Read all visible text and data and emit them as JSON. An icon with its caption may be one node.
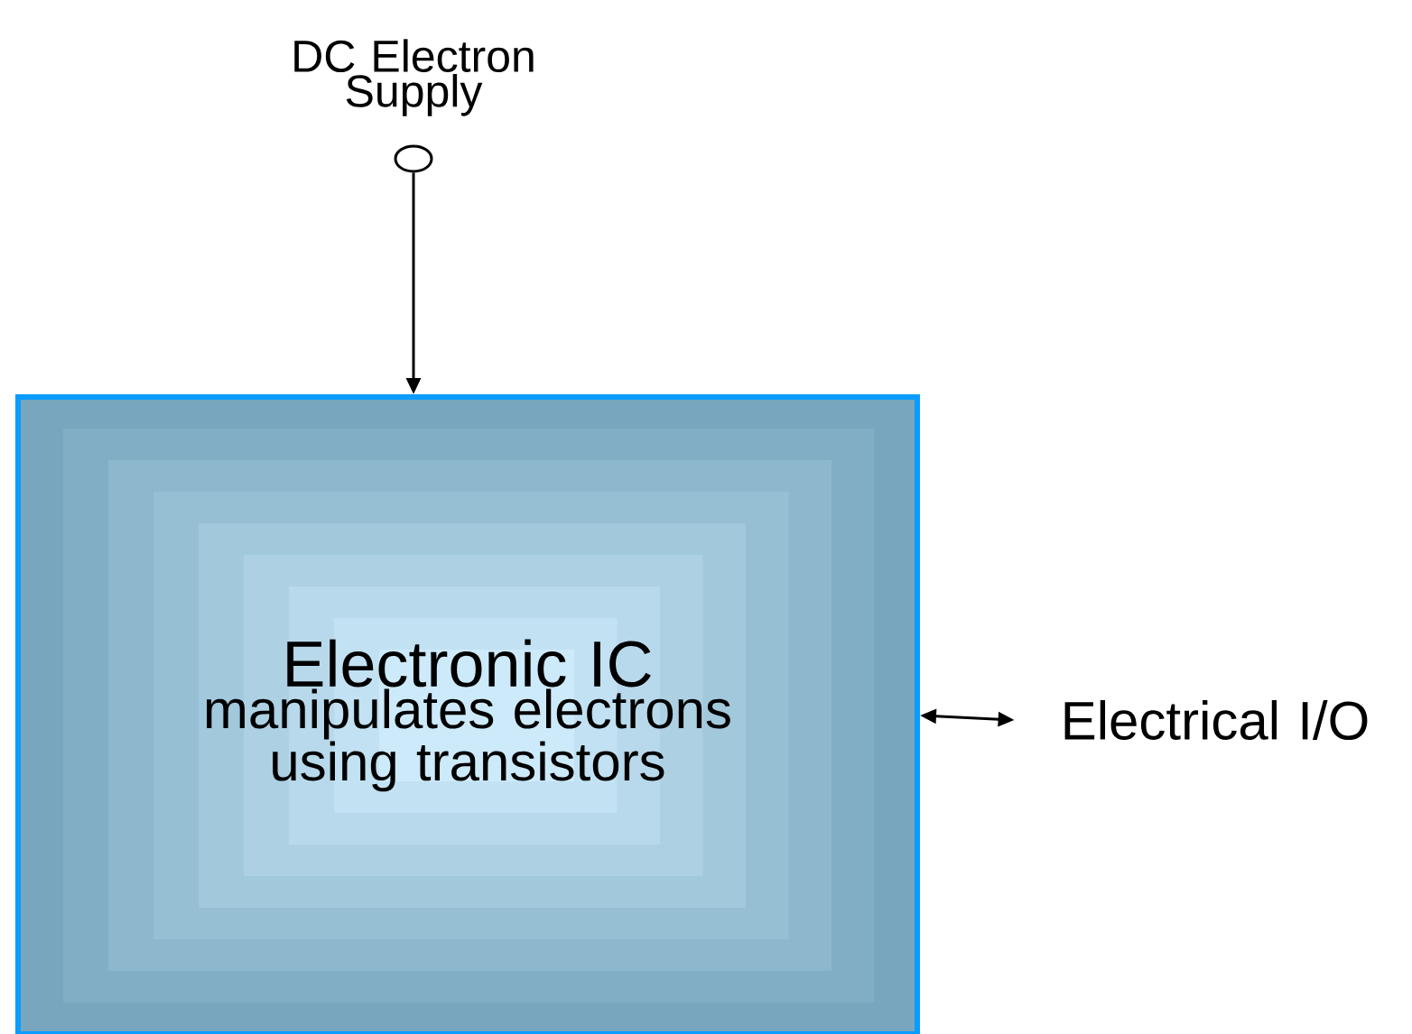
{
  "diagram": {
    "nodes": [
      {
        "text": [
          "DC Electron Supply"
        ]
      },
      {
        "text": [],
        "shape": "circle"
      },
      {
        "text": [
          "Electronic IC",
          "manipulates electrons using transistors"
        ]
      },
      {
        "text": [
          "Electrical I/O"
        ]
      }
    ],
    "edges": [
      {
        "from": 1,
        "to": 2,
        "arrow": "to"
      },
      {
        "from": 2,
        "to": 3,
        "arrow": "both"
      }
    ]
  }
}
